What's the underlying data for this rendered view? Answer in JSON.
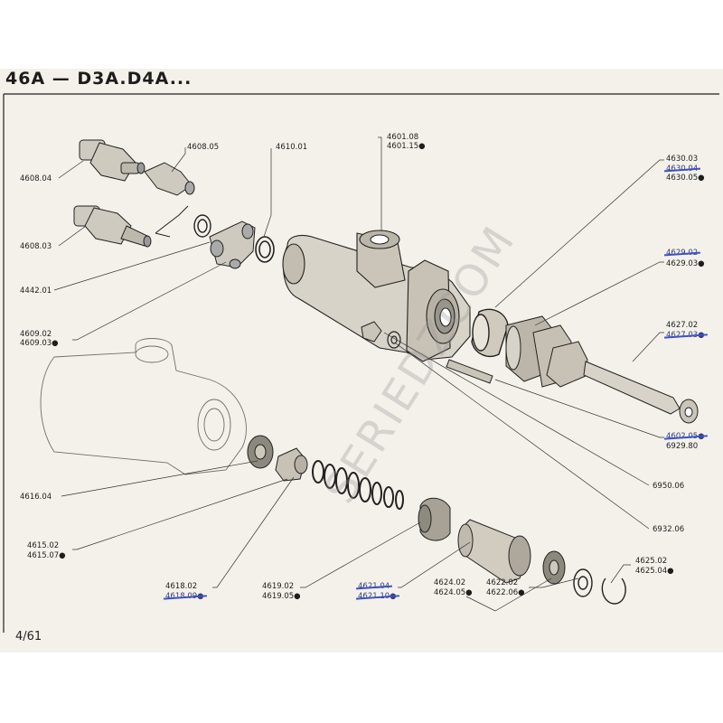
{
  "header": {
    "title": "46A — D3A.D4A..."
  },
  "page_number": "4/61",
  "watermark": "SERIEDZCOM",
  "labels": {
    "l4608_04": "4608.04",
    "l4608_05": "4608.05",
    "l4610_01": "4610.01",
    "l4601_08": "4601.08",
    "l4601_15": "4601.15●",
    "l4630_03": "4630.03",
    "l4630_04": "4630.04",
    "l4630_05": "4630.05●",
    "l4608_03": "4608.03",
    "l4629_02": "4629.02",
    "l4629_03": "4629.03●",
    "l4442_01": "4442.01",
    "l4609_02": "4609.02",
    "l4609_03": "4609.03●",
    "l4627_02": "4627.02",
    "l4627_03": "4627.03●",
    "l4602_05": "4602.05●",
    "l6929_80": "6929.80",
    "l4616_04": "4616.04",
    "l6950_06": "6950.06",
    "l4615_02": "4615.02",
    "l4615_07": "4615.07●",
    "l6932_06": "6932.06",
    "l4618_02": "4618.02",
    "l4618_09": "4618.09●",
    "l4619_02": "4619.02",
    "l4619_05": "4619.05●",
    "l4621_04": "4621.04",
    "l4621_10": "4621.10●",
    "l4624_02": "4624.02",
    "l4624_05": "4624.05●",
    "l4622_02": "4622.02",
    "l4622_06": "4622.06●",
    "l4625_02": "4625.02",
    "l4625_04": "4625.04●"
  }
}
